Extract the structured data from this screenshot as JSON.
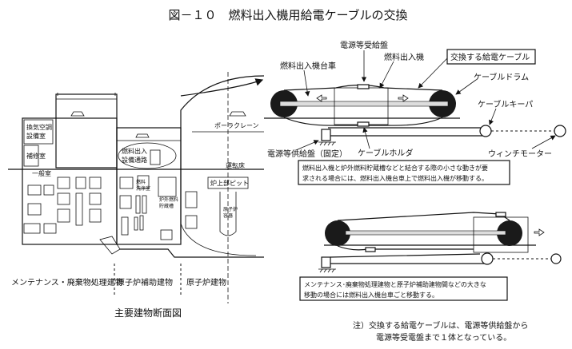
{
  "title": "図－１０　燃料出入機用給電ケーブルの交換",
  "section_diagram": {
    "caption": "主要建物断面図",
    "buildings": [
      "メンテナンス・廃棄物処理建物",
      "原子炉補助建物",
      "原子炉建物"
    ],
    "labels": {
      "hvac_room": "換気空調設備室",
      "hvac_line1": "換気空調",
      "hvac_line2": "設備室",
      "repair_room": "補修室",
      "general_room": "一般室",
      "fuel_passage_line1": "燃料出入",
      "fuel_passage_line2": "設備通路",
      "polar_crane": "ポーラクレーン",
      "operating_floor": "運転床",
      "upper_pit": "炉上部ピット",
      "wash_room_line1": "燃料",
      "wash_room_line2": "洗浄室",
      "storage_line1": "炉外燃料",
      "storage_line2": "貯蔵槽",
      "vessel_line1": "原子炉",
      "vessel_line2": "容器"
    }
  },
  "mechanism": {
    "receiving_panel": "電源等受給盤",
    "fuel_handling_machine": "燃料出入機",
    "replaced_cable": "交換する給電ケーブル",
    "carriage": "燃料出入機台車",
    "cable_drum": "ケーブルドラム",
    "cable_keeper": "ケーブルキーパ",
    "supply_panel": "電源等供給盤（固定）",
    "cable_holder": "ケーブルホルダ",
    "winch_motor": "ウィンチモーター",
    "note1_line1": "燃料出入機と炉外燃料貯蔵槽などと結合する際の小さな動きが要",
    "note1_line2": "求される場合には、燃料出入機台車上で燃料出入機が移動する。",
    "note2_line1": "メンテナンス･廃棄物処理建物と原子炉補助建物間などの大きな",
    "note2_line2": "移動の場合には燃料出入機台車ごと移動する。"
  },
  "footnote": {
    "line1": "注）交換する給電ケーブルは、電源等供給盤から",
    "line2": "電源等受電盤まで１体となっている。"
  }
}
